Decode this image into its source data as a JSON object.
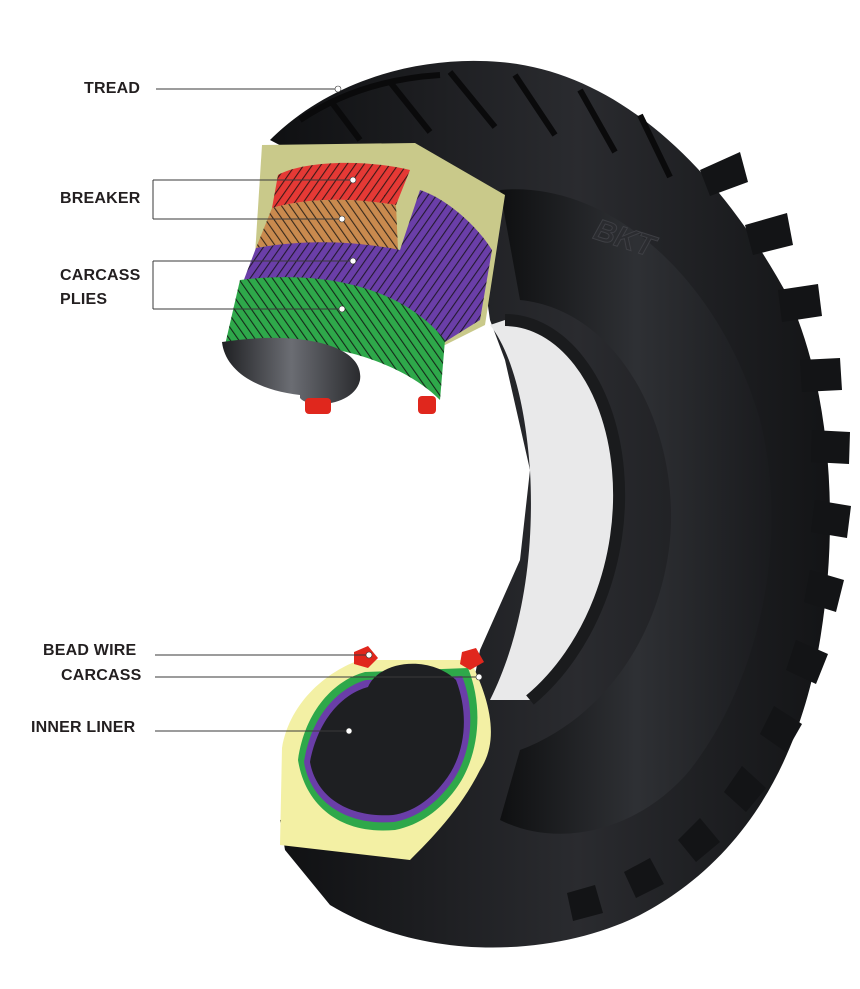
{
  "labels": {
    "tread": "TREAD",
    "breaker": "BREAKER",
    "carcass_plies_line1": "CARCASS",
    "carcass_plies_line2": "PLIES",
    "bead_wire": "BEAD WIRE",
    "carcass": "CARCASS",
    "inner_liner": "INNER LINER"
  },
  "brand_mark": "BKT",
  "colors": {
    "tire_rubber": "#1c1d20",
    "tread_layer": "#c9c98a",
    "breaker_top": "#e53935",
    "breaker_bottom": "#c98a4e",
    "carcass_ply_purple": "#6a3ea8",
    "carcass_ply_green": "#2ea84a",
    "bead_wire": "#e0271d",
    "inner_liner_section": "#f3f0a4",
    "label_text": "#231f20"
  }
}
